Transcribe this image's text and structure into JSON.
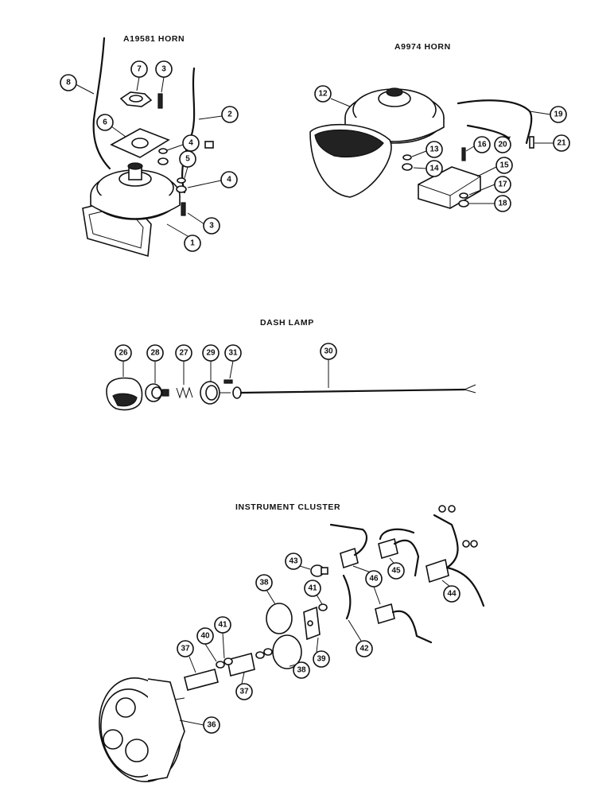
{
  "sections": {
    "horn_a19581": "A19581 HORN",
    "horn_a9974": "A9974 HORN",
    "dash_lamp": "DASH LAMP",
    "instrument_cluster": "INSTRUMENT CLUSTER"
  },
  "callouts": {
    "c1": "1",
    "c2": "2",
    "c3a": "3",
    "c3b": "3",
    "c4a": "4",
    "c4b": "4",
    "c5": "5",
    "c6": "6",
    "c7": "7",
    "c8": "8",
    "c12": "12",
    "c13": "13",
    "c14": "14",
    "c15": "15",
    "c16": "16",
    "c17": "17",
    "c18": "18",
    "c19": "19",
    "c20": "20",
    "c21": "21",
    "c26": "26",
    "c27": "27",
    "c28": "28",
    "c29": "29",
    "c30": "30",
    "c31": "31",
    "c36": "36",
    "c37a": "37",
    "c37b": "37",
    "c38a": "38",
    "c38b": "38",
    "c39": "39",
    "c40": "40",
    "c41a": "41",
    "c41b": "41",
    "c42": "42",
    "c43": "43",
    "c44": "44",
    "c45": "45",
    "c46": "46"
  }
}
